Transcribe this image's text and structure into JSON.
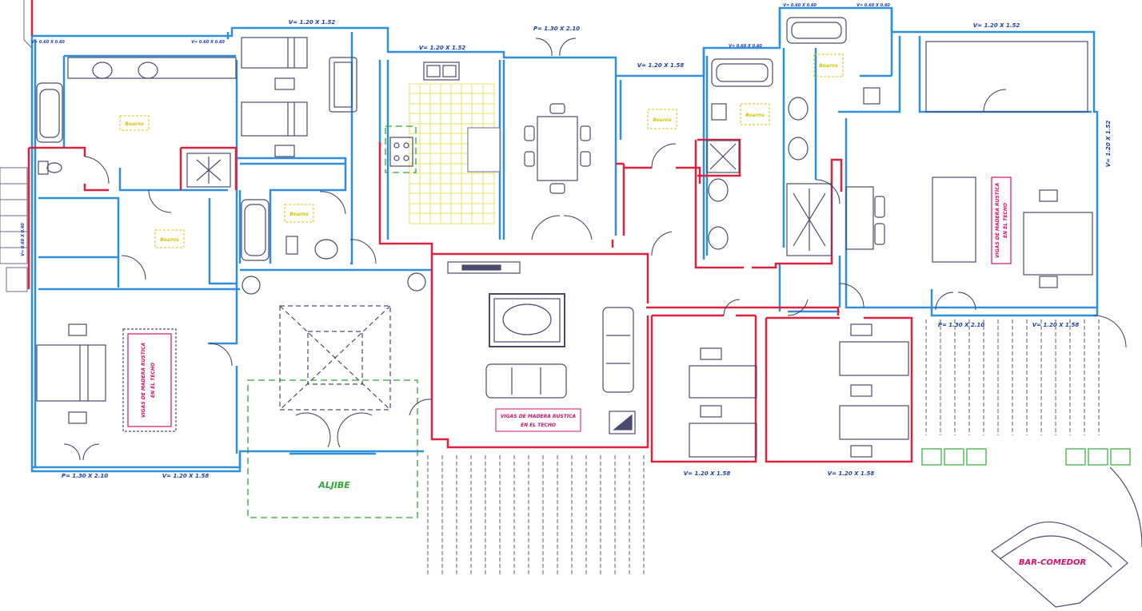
{
  "colors": {
    "exterior_wall": "#2f8fdc",
    "partition_wall": "#e0203c",
    "furniture": "#4a4a6e",
    "kitchen_tiles": "#e8e060",
    "cistern": "#2ea838",
    "ceiling_note": "#d0106a",
    "ventilation": "#d8c400"
  },
  "labels": {
    "aljibe": "ALJIBE",
    "bar_comedor": "BAR-COMEDOR",
    "ceiling_left_1": "VIGAS DE MADERA RUSTICA",
    "ceiling_left_2": "EN EL TECHO",
    "ceiling_center_1": "VIGAS DE MADERA RUSTICA",
    "ceiling_center_2": "EN EL TECHO",
    "ceiling_right_1": "VIGAS DE MADERA RUSTICA",
    "ceiling_right_2": "EN EL TECHO",
    "vent": "Boarns"
  },
  "dimensions": {
    "v_bed1": "V= 1.20 X 1.52",
    "v_kitchen": "V= 1.20 X 1.52",
    "p_dining": "P= 1.30 X 2.10",
    "v_hall": "V= 1.20 X 1.58",
    "v_right_bed": "V= 1.20 X 1.52",
    "p_bottom_left": "P= 1.30 X 2.10",
    "v_bottom_left": "V= 1.20 X 1.58",
    "v_bed_mid": "V= 1.20 X 1.58",
    "v_bed_right": "V= 1.20 X 1.58",
    "p_porch": "P= 1.30 X 2.10",
    "v_porch": "V= 1.20 X 1.58",
    "v_side_right": "V= 1.20 X 1.52",
    "small_1": "V= 0.60 X 0.60",
    "small_2": "V= 0.60 X 0.60",
    "small_3": "V= 0.60 X 0.60",
    "small_4": "V= 0.60 X 0.60",
    "small_5": "V= 0.60 X 0.60",
    "small_6": "V= 0.60 X 0.60"
  }
}
